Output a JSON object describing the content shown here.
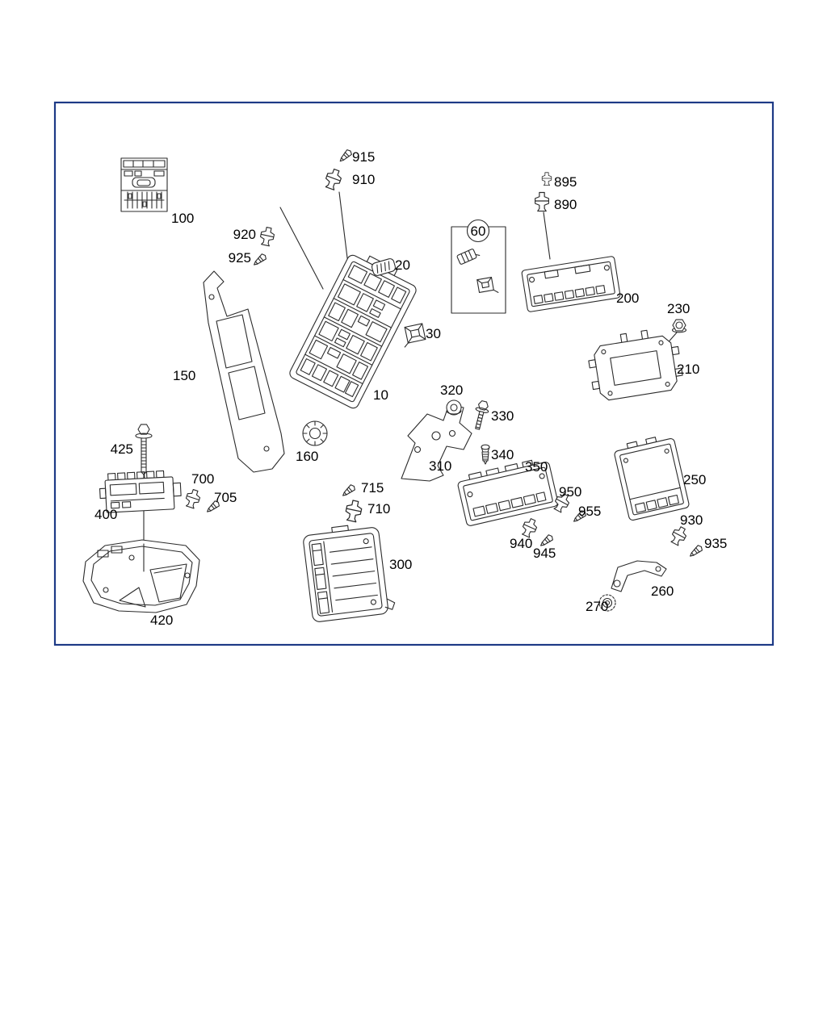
{
  "frame": {
    "border_color": "#1d3a86"
  },
  "labels": {
    "p10": "10",
    "p20": "20",
    "p30": "30",
    "p60": "60",
    "p100": "100",
    "p150": "150",
    "p160": "160",
    "p200": "200",
    "p210": "210",
    "p230": "230",
    "p250": "250",
    "p260": "260",
    "p270": "270",
    "p300": "300",
    "p310": "310",
    "p320": "320",
    "p330": "330",
    "p340": "340",
    "p350": "350",
    "p400": "400",
    "p420": "420",
    "p425": "425",
    "p700": "700",
    "p705": "705",
    "p710": "710",
    "p715": "715",
    "p890": "890",
    "p895": "895",
    "p910": "910",
    "p915": "915",
    "p920": "920",
    "p925": "925",
    "p930": "930",
    "p935": "935",
    "p940": "940",
    "p945": "945",
    "p950": "950",
    "p955": "955"
  }
}
